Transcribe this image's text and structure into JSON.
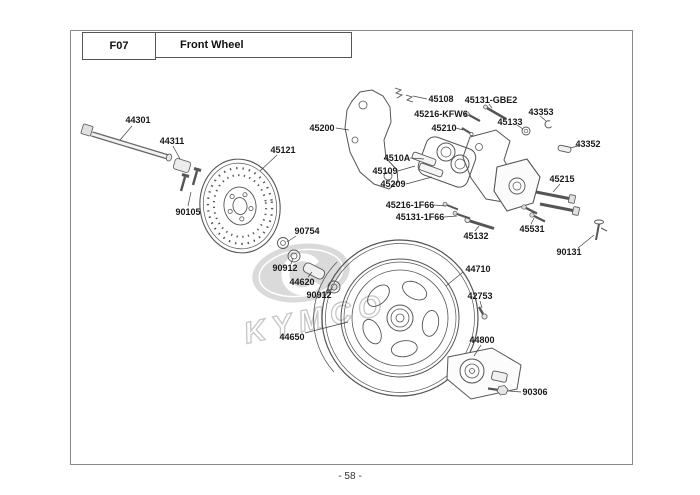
{
  "page": {
    "code": "F07",
    "title": "Front Wheel",
    "page_number": "- 58 -"
  },
  "watermark": {
    "text": "KYMCO"
  },
  "labels": [
    {
      "text": "44301"
    },
    {
      "text": "44311"
    },
    {
      "text": "45121"
    },
    {
      "text": "90105"
    },
    {
      "text": "90754"
    },
    {
      "text": "90912"
    },
    {
      "text": "44620"
    },
    {
      "text": "90912"
    },
    {
      "text": "44650"
    },
    {
      "text": "45200"
    },
    {
      "text": "45108"
    },
    {
      "text": "45216-KFW6"
    },
    {
      "text": "45210"
    },
    {
      "text": "45131-GBE2"
    },
    {
      "text": "43353"
    },
    {
      "text": "45133"
    },
    {
      "text": "43352"
    },
    {
      "text": "4510A"
    },
    {
      "text": "45109"
    },
    {
      "text": "45209"
    },
    {
      "text": "45215"
    },
    {
      "text": "45216-1F66"
    },
    {
      "text": "45131-1F66"
    },
    {
      "text": "45132"
    },
    {
      "text": "45531"
    },
    {
      "text": "90131"
    },
    {
      "text": "44710"
    },
    {
      "text": "42753"
    },
    {
      "text": "44800"
    },
    {
      "text": "90306"
    }
  ]
}
